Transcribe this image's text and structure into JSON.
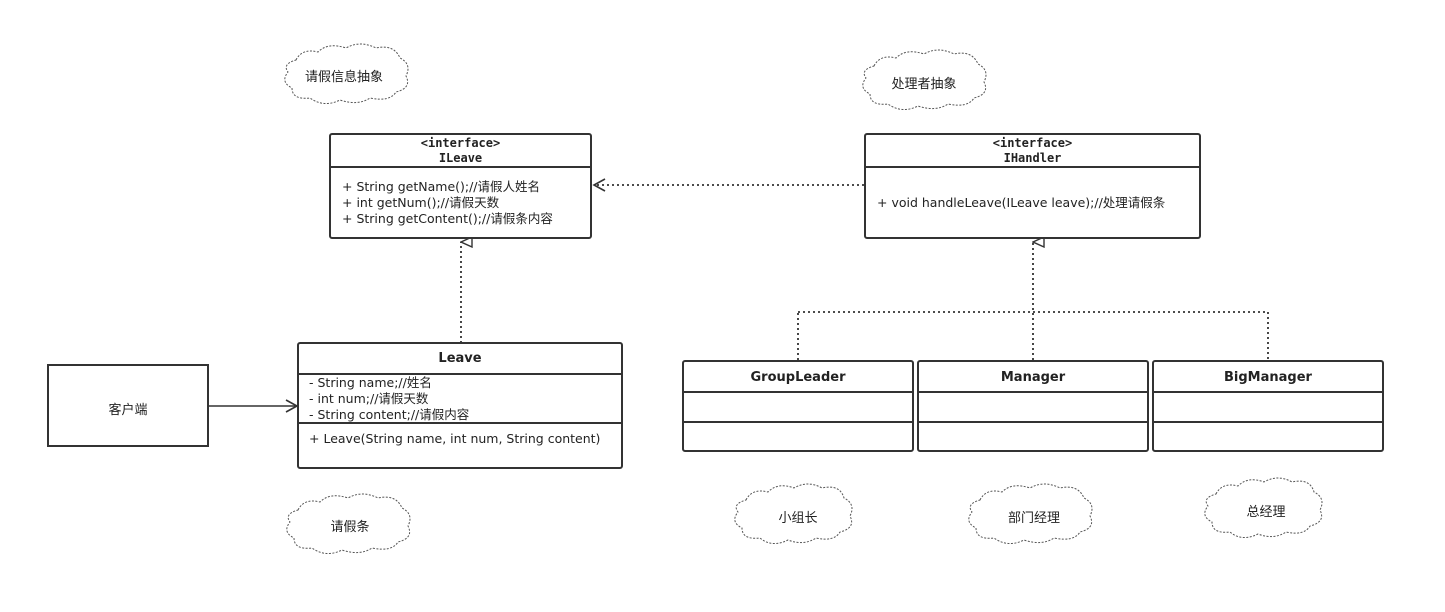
{
  "notes": {
    "leave_abstract": "请假信息抽象",
    "handler_abstract": "处理者抽象",
    "leave_slip": "请假条",
    "group_leader_note": "小组长",
    "manager_note": "部门经理",
    "big_manager_note": "总经理"
  },
  "client": {
    "label": "客户端"
  },
  "ileave": {
    "stereotype": "<interface>",
    "name": "ILeave",
    "methods": [
      "+ String getName();//请假人姓名",
      "+ int getNum();//请假天数",
      "+ String getContent();//请假条内容"
    ]
  },
  "ihandler": {
    "stereotype": "<interface>",
    "name": "IHandler",
    "methods": [
      "+ void handleLeave(ILeave leave);//处理请假条"
    ]
  },
  "leave": {
    "name": "Leave",
    "fields": [
      "- String name;//姓名",
      "- int num;//请假天数",
      "- String content;//请假内容"
    ],
    "methods": [
      "+ Leave(String name, int num, String content)"
    ]
  },
  "handlers": [
    {
      "name": "GroupLeader"
    },
    {
      "name": "Manager"
    },
    {
      "name": "BigManager"
    }
  ]
}
